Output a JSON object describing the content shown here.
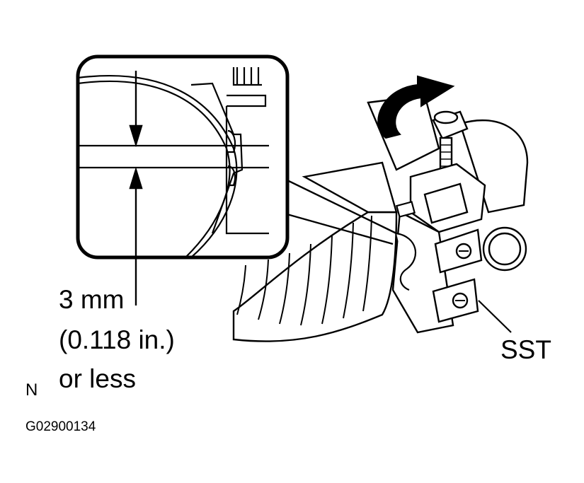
{
  "labels": {
    "clearance_line_1": "3 mm",
    "clearance_line_2": "(0.118 in.)",
    "clearance_line_3": "or less",
    "tool": "SST",
    "corner_mark": "N",
    "figure_id": "G02900134"
  },
  "colors": {
    "ink": "#000000",
    "paper": "#ffffff"
  }
}
